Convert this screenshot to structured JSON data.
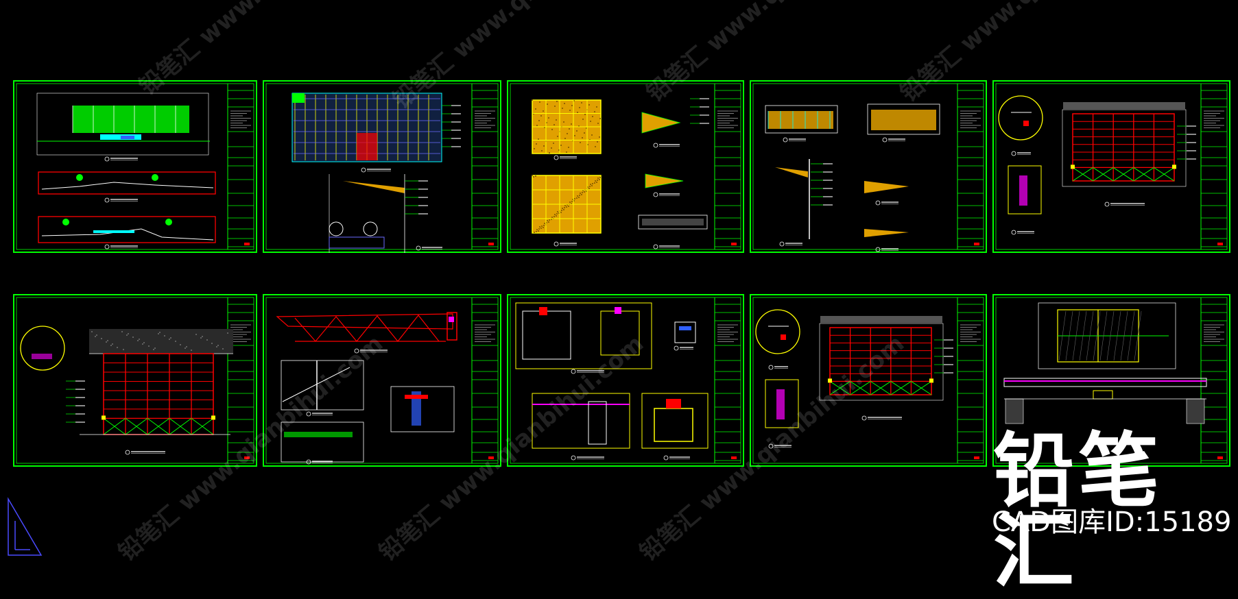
{
  "watermark": {
    "brand": "铅笔汇",
    "id_text": "CAD图库ID:15189",
    "ghost_text": "铅笔汇 www.qianbihui.com"
  },
  "colors": {
    "background": "#000000",
    "frame": "#00ff00",
    "cyan": "#00ffff",
    "yellow": "#ffff00",
    "red": "#ff0000",
    "magenta": "#ff00ff",
    "orange": "#e0a000",
    "white": "#ffffff"
  },
  "sheets": [
    {
      "id": "sheet-1",
      "kind": "site-elevations"
    },
    {
      "id": "sheet-2",
      "kind": "facade-elevation"
    },
    {
      "id": "sheet-3",
      "kind": "stone-wall-elevations"
    },
    {
      "id": "sheet-4",
      "kind": "wall-sections"
    },
    {
      "id": "sheet-5",
      "kind": "gate-elevation"
    },
    {
      "id": "sheet-6",
      "kind": "gate-elevation-detail"
    },
    {
      "id": "sheet-7",
      "kind": "truss-section"
    },
    {
      "id": "sheet-8",
      "kind": "node-details"
    },
    {
      "id": "sheet-9",
      "kind": "gate-elevation"
    },
    {
      "id": "sheet-10",
      "kind": "window-plan"
    }
  ]
}
